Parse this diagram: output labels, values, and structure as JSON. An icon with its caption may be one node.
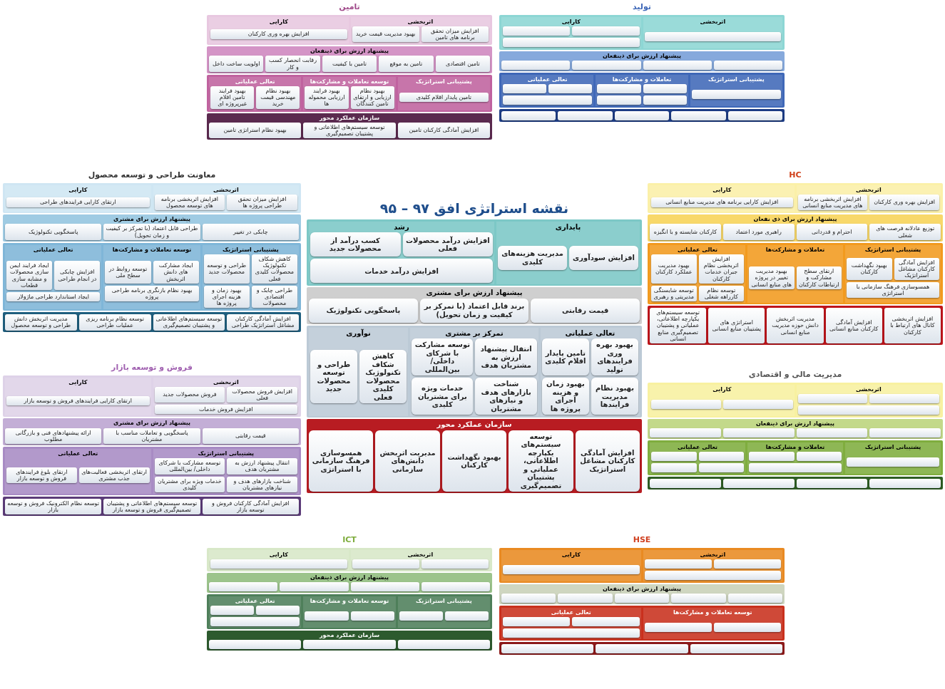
{
  "diagram": {
    "nodes": [
      {
        "text": [
          "نقشه استراتژی افق ۹۷ – ۹۵"
        ]
      },
      {
        "text": [],
        "shape": "band",
        "in": 0
      },
      {
        "text": [
          "پایداری"
        ],
        "in": 1
      },
      {
        "text": [
          "افزایش سودآوری"
        ],
        "in": 2
      },
      {
        "text": [
          "مدیریت هزینه‌های کلیدی"
        ],
        "in": 2
      },
      {
        "text": [
          "رشد"
        ],
        "in": 1
      },
      {
        "text": [
          "افزایش درآمد محصولات فعلی"
        ],
        "in": 5
      },
      {
        "text": [
          "کسب درآمد از محصولات جدید"
        ],
        "in": 5
      },
      {
        "text": [
          "افزایش درآمد خدمات"
        ],
        "in": 5
      },
      {
        "text": [
          "پیشنهاد ارزش برای مشتری"
        ],
        "in": 0
      },
      {
        "text": [
          "قیمت رقابتی"
        ],
        "in": 9
      },
      {
        "text": [
          "برند قابل اعتماد (با تمرکز بر کیفیت و زمان تحویل)"
        ],
        "in": 9
      },
      {
        "text": [
          "پاسخگویی تکنولوژیک"
        ],
        "in": 9
      },
      {
        "text": [],
        "shape": "band",
        "in": 0
      },
      {
        "text": [
          "تعالی عملیاتی"
        ],
        "in": 13
      },
      {
        "text": [
          "بهبود بهره وری فرایندهای تولید"
        ],
        "in": 14
      },
      {
        "text": [
          "تامین پایدار اقلام کلیدی"
        ],
        "in": 14
      },
      {
        "text": [
          "بهبود نظام مدیریت فرایندها"
        ],
        "in": 14
      },
      {
        "text": [
          "بهبود زمان و هزینه اجرای پروژه ها"
        ],
        "in": 14
      },
      {
        "text": [
          "تمرکز بر مشتری"
        ],
        "in": 13
      },
      {
        "text": [
          "انتقال پیشنهاد ارزش به مشتریان هدف"
        ],
        "in": 19
      },
      {
        "text": [
          "توسعه مشارکت با شرکای داخلی/ بین‌المللی"
        ],
        "in": 19
      },
      {
        "text": [
          "شناخت بازارهای هدف و نیازهای مشتریان"
        ],
        "in": 19
      },
      {
        "text": [
          "خدمات ویژه برای مشتریان کلیدی"
        ],
        "in": 19
      },
      {
        "text": [
          "نوآوری"
        ],
        "in": 13
      },
      {
        "text": [
          "کاهش شکاف تکنولوژیک محصولات کلیدی فعلی"
        ],
        "in": 24
      },
      {
        "text": [
          "طراحی و توسعه محصولات جدید"
        ],
        "in": 24
      },
      {
        "text": [
          "سازمان عملکرد محور"
        ],
        "in": 0
      },
      {
        "text": [
          "افزایش آمادگی کارکنان مشاغل استراتژیک"
        ],
        "in": 27
      },
      {
        "text": [
          "توسعه سیستم‌های یکپارچه اطلاعاتی، عملیاتی و پشتیبان تصمیم‌گیری"
        ],
        "in": 27
      },
      {
        "text": [
          "بهبود نگهداشت کارکنان"
        ],
        "in": 27
      },
      {
        "text": [
          "مدیریت اثربخش دانش‌های سازمانی"
        ],
        "in": 27
      },
      {
        "text": [
          "همسوسازی فرهنگ سازمانی با استراتژی"
        ],
        "in": 27
      },
      {
        "text": [
          "تامین"
        ]
      },
      {
        "text": [],
        "shape": "band",
        "in": 33
      },
      {
        "text": [
          "اثربخشی"
        ],
        "in": 34
      },
      {
        "text": [
          "افزایش میزان تحقق برنامه های تامین"
        ],
        "in": 35
      },
      {
        "text": [
          "بهبود مدیریت قیمت خرید"
        ],
        "in": 35
      },
      {
        "text": [
          "کارایی"
        ],
        "in": 34
      },
      {
        "text": [
          "افزایش بهره وری کارکنان"
        ],
        "in": 38
      },
      {
        "text": [
          "پیشنهاد ارزش برای ذینفعان"
        ],
        "in": 33
      },
      {
        "text": [
          "تامین اقتصادی"
        ],
        "in": 40
      },
      {
        "text": [
          "تامین به موقع"
        ],
        "in": 40
      },
      {
        "text": [
          "تامین با کیفیت"
        ],
        "in": 40
      },
      {
        "text": [
          "رقابت انحصار کسب و کار"
        ],
        "in": 40
      },
      {
        "text": [
          "اولویت ساخت داخل"
        ],
        "in": 40
      },
      {
        "text": [],
        "shape": "band",
        "in": 33
      },
      {
        "text": [
          "پشتیبانی استراتژیک"
        ],
        "in": 46
      },
      {
        "text": [
          "تامین پایدار اقلام کلیدی"
        ],
        "in": 47
      },
      {
        "text": [
          "توسعه تعاملات و مشارکت‌ها"
        ],
        "in": 46
      },
      {
        "text": [
          "بهبود نظام ارزیابی و ارتقای تامین کنندگان"
        ],
        "in": 49
      },
      {
        "text": [
          "بهبود فرایند ارزیابی محموله ها"
        ],
        "in": 49
      },
      {
        "text": [
          "تعالی عملیاتی"
        ],
        "in": 46
      },
      {
        "text": [
          "بهبود نظام مهندسی قیمت خرید"
        ],
        "in": 52
      },
      {
        "text": [
          "بهبود فرایند تامین اقلام غیرپروژه ای"
        ],
        "in": 52
      },
      {
        "text": [
          "سازمان عملکرد محور"
        ],
        "in": 33
      },
      {
        "text": [
          "افزایش آمادگی کارکنان تامین"
        ],
        "in": 55
      },
      {
        "text": [
          "توسعه سیستم‌های اطلاعاتی و پشتیبان تصمیم‌گیری"
        ],
        "in": 55
      },
      {
        "text": [
          "بهبود نظام استراتژی تامین"
        ],
        "in": 55
      },
      {
        "text": [
          "معاونت طراحی و توسعه محصول"
        ]
      },
      {
        "text": [],
        "shape": "band",
        "in": 59
      },
      {
        "text": [
          "اثربخشی"
        ],
        "in": 60
      },
      {
        "text": [
          "افزایش میزان تحقق طراحی پروژه ها"
        ],
        "in": 61
      },
      {
        "text": [
          "افزایش اثربخشی برنامه های توسعه محصول"
        ],
        "in": 61
      },
      {
        "text": [
          "کارایی"
        ],
        "in": 60
      },
      {
        "text": [
          "ارتقای کارایی فرایندهای طراحی"
        ],
        "in": 64
      },
      {
        "text": [
          "پیشنهاد ارزش برای مشتری"
        ],
        "in": 59
      },
      {
        "text": [
          "چابکی در تغییر"
        ],
        "in": 66
      },
      {
        "text": [
          "طراحی قابل اعتماد (با تمرکز بر کیفیت و زمان تحویل)"
        ],
        "in": 66
      },
      {
        "text": [
          "پاسخگویی تکنولوژیک"
        ],
        "in": 66
      },
      {
        "text": [],
        "shape": "band",
        "in": 59
      },
      {
        "text": [
          "پشتیبانی استراتژیک"
        ],
        "in": 70
      },
      {
        "text": [
          "کاهش شکاف تکنولوژیک محصولات کلیدی فعلی"
        ],
        "in": 71
      },
      {
        "text": [
          "طراحی و توسعه محصولات جدید"
        ],
        "in": 71
      },
      {
        "text": [
          "طراحی چابک و اقتصادی محصولات"
        ],
        "in": 71
      },
      {
        "text": [
          "بهبود زمان و هزینه اجرای پروژه ها"
        ],
        "in": 71
      },
      {
        "text": [
          "توسعه تعاملات و مشارکت‌ها"
        ],
        "in": 70
      },
      {
        "text": [
          "ایجاد مشارکت های دانش اثربخش"
        ],
        "in": 76
      },
      {
        "text": [
          "توسعه روابط در سطح ملی"
        ],
        "in": 76
      },
      {
        "text": [
          "بهبود نظام بازنگری برنامه طراحی پروژه"
        ],
        "in": 76
      },
      {
        "text": [
          "تعالی عملیاتی"
        ],
        "in": 70
      },
      {
        "text": [
          "افزایش چابکی در انجام طراحی"
        ],
        "in": 80
      },
      {
        "text": [
          "ایجاد فرایند ایمن سازی محصولات و مشابه سازی قطعات"
        ],
        "in": 80
      },
      {
        "text": [
          "ایجاد استاندارد طراحی ماژولار"
        ],
        "in": 80
      },
      {
        "text": [],
        "shape": "band",
        "in": 59
      },
      {
        "text": [
          "افزایش آمادگی کارکنان مشاغل استراتژیک طراحی"
        ],
        "in": 84
      },
      {
        "text": [
          "توسعه سیستم‌های اطلاعاتی و پشتیبان تصمیم‌گیری"
        ],
        "in": 84
      },
      {
        "text": [
          "توسعه نظام برنامه ریزی عملیات طراحی"
        ],
        "in": 84
      },
      {
        "text": [
          "مدیریت اثربخش دانش طراحی و توسعه محصول"
        ],
        "in": 84
      },
      {
        "text": [
          "HC"
        ]
      },
      {
        "text": [],
        "shape": "band",
        "in": 89
      },
      {
        "text": [
          "اثربخشی"
        ],
        "in": 90
      },
      {
        "text": [
          "افزایش بهره وری کارکنان"
        ],
        "in": 91
      },
      {
        "text": [
          "افزایش اثربخشی برنامه های مدیریت منابع انسانی"
        ],
        "in": 91
      },
      {
        "text": [
          "کارایی"
        ],
        "in": 90
      },
      {
        "text": [
          "افزایش کارایی برنامه های مدیریت منابع انسانی"
        ],
        "in": 94
      },
      {
        "text": [
          "پیشنهاد ارزش برای ذی نفعان"
        ],
        "in": 89
      },
      {
        "text": [
          "توزیع عادلانه فرصت های شغلی"
        ],
        "in": 96
      },
      {
        "text": [
          "احترام و قدردانی"
        ],
        "in": 96
      },
      {
        "text": [
          "راهبری مورد اعتماد"
        ],
        "in": 96
      },
      {
        "text": [
          "کارکنان شایسته و با انگیزه"
        ],
        "in": 96
      },
      {
        "text": [],
        "shape": "band",
        "in": 89
      },
      {
        "text": [
          "پشتیبانی استراتژیک"
        ],
        "in": 101
      },
      {
        "text": [
          "افزایش آمادگی کارکنان مشاغل استراتژیک"
        ],
        "in": 102
      },
      {
        "text": [
          "بهبود نگهداشت کارکنان"
        ],
        "in": 102
      },
      {
        "text": [
          "همسوسازی فرهنگ سازمانی با استراتژی"
        ],
        "in": 102
      },
      {
        "text": [
          "تعاملات و مشارکت‌ها"
        ],
        "in": 101
      },
      {
        "text": [
          "ارتقای سطح مشارکت و ارتباطات کارکنان"
        ],
        "in": 106
      },
      {
        "text": [
          "بهبود مدیریت تغییر در پروژه های منابع انسانی"
        ],
        "in": 106
      },
      {
        "text": [
          "تعالی عملیاتی"
        ],
        "in": 101
      },
      {
        "text": [
          "افزایش اثربخشی نظام جبران خدمات کارکنان"
        ],
        "in": 109
      },
      {
        "text": [
          "بهبود مدیریت عملکرد کارکنان"
        ],
        "in": 109
      },
      {
        "text": [
          "توسعه نظام کارراهه شغلی"
        ],
        "in": 109
      },
      {
        "text": [
          "توسعه شایستگی مدیریتی و رهبری"
        ],
        "in": 109
      },
      {
        "text": [],
        "shape": "band",
        "in": 89
      },
      {
        "text": [
          "افزایش اثربخشی کانال های ارتباط با کارکنان"
        ],
        "in": 114
      },
      {
        "text": [
          "افزایش آمادگی کارکنان منابع انسانی"
        ],
        "in": 114
      },
      {
        "text": [
          "مدیریت اثربخش دانش حوزه مدیریت منابع انسانی"
        ],
        "in": 114
      },
      {
        "text": [
          "استراتژی های پشتیبان منابع انسانی"
        ],
        "in": 114
      },
      {
        "text": [
          "توسعه سیستم‌های یکپارچه اطلاعاتی، عملیاتی و پشتیبان تصمیم‌گیری منابع انسانی"
        ],
        "in": 114
      },
      {
        "text": [
          "فروش و توسعه بازار"
        ]
      },
      {
        "text": [],
        "shape": "band",
        "in": 120
      },
      {
        "text": [
          "اثربخشی"
        ],
        "in": 121
      },
      {
        "text": [
          "افزایش فروش محصولات فعلی"
        ],
        "in": 122
      },
      {
        "text": [
          "فروش محصولات جدید"
        ],
        "in": 122
      },
      {
        "text": [
          "افزایش فروش خدمات"
        ],
        "in": 122
      },
      {
        "text": [
          "کارایی"
        ],
        "in": 121
      },
      {
        "text": [
          "ارتقای کارایی فرایندهای فروش و توسعه بازار"
        ],
        "in": 126
      },
      {
        "text": [
          "پیشنهاد ارزش برای مشتری"
        ],
        "in": 120
      },
      {
        "text": [
          "قیمت رقابتی"
        ],
        "in": 128
      },
      {
        "text": [
          "پاسخگویی و تعاملات مناسب با مشتریان"
        ],
        "in": 128
      },
      {
        "text": [
          "ارائه پیشنهادهای فنی و بازرگانی مطلوب"
        ],
        "in": 128
      },
      {
        "text": [],
        "shape": "band",
        "in": 120
      },
      {
        "text": [
          "پشتیبانی استراتژیک"
        ],
        "in": 132
      },
      {
        "text": [
          "انتقال پیشنهاد ارزش به مشتریان هدف"
        ],
        "in": 133
      },
      {
        "text": [
          "توسعه مشارکت با شرکای داخلی/ بین‌المللی"
        ],
        "in": 133
      },
      {
        "text": [
          "شناخت بازارهای هدف و نیازهای مشتریان"
        ],
        "in": 133
      },
      {
        "text": [
          "خدمات ویژه برای مشتریان کلیدی"
        ],
        "in": 133
      },
      {
        "text": [
          "تعالی عملیاتی"
        ],
        "in": 132
      },
      {
        "text": [
          "ارتقای اثربخشی فعالیت‌های جذب مشتری"
        ],
        "in": 138
      },
      {
        "text": [
          "ارتقای بلوغ فرایندهای فروش و توسعه بازار"
        ],
        "in": 138
      },
      {
        "text": [],
        "shape": "band",
        "in": 120
      },
      {
        "text": [
          "افزایش آمادگی کارکنان فروش و توسعه بازار"
        ],
        "in": 141
      },
      {
        "text": [
          "توسعه سیستم‌های اطلاعاتی و پشتیبان تصمیم‌گیری فروش و توسعه بازار"
        ],
        "in": 141
      },
      {
        "text": [
          "توسعه نظام الکترونیک فروش و توسعه بازار"
        ],
        "in": 141
      },
      {
        "text": [
          "تولید"
        ]
      },
      {
        "text": [],
        "shape": "band",
        "in": 145
      },
      {
        "text": [
          "اثربخشی"
        ],
        "in": 146
      },
      {
        "text": [],
        "shape": "box",
        "in": 147
      },
      {
        "text": [
          "کارایی"
        ],
        "in": 146
      },
      {
        "text": [],
        "shape": "box",
        "in": 149
      },
      {
        "text": [],
        "shape": "box",
        "in": 149
      },
      {
        "text": [],
        "shape": "box",
        "in": 149
      },
      {
        "text": [
          "پیشنهاد ارزش برای ذینفعان"
        ],
        "in": 145
      },
      {
        "text": [],
        "shape": "box",
        "in": 153
      },
      {
        "text": [],
        "shape": "box",
        "in": 153
      },
      {
        "text": [],
        "shape": "box",
        "in": 153
      },
      {
        "text": [],
        "shape": "box",
        "in": 153
      },
      {
        "text": [],
        "shape": "band",
        "in": 145
      },
      {
        "text": [
          "پشتیبانی استراتژیک"
        ],
        "in": 158
      },
      {
        "text": [],
        "shape": "box",
        "in": 159
      },
      {
        "text": [
          "تعاملات و مشارکت‌ها"
        ],
        "in": 158
      },
      {
        "text": [],
        "shape": "box",
        "in": 161
      },
      {
        "text": [],
        "shape": "box",
        "in": 161
      },
      {
        "text": [],
        "shape": "box",
        "in": 161
      },
      {
        "text": [],
        "shape": "box",
        "in": 161
      },
      {
        "text": [
          "تعالی عملیاتی"
        ],
        "in": 158
      },
      {
        "text": [],
        "shape": "box",
        "in": 166
      },
      {
        "text": [],
        "shape": "box",
        "in": 166
      },
      {
        "text": [],
        "shape": "box",
        "in": 166
      },
      {
        "text": [],
        "shape": "band",
        "in": 145
      },
      {
        "text": [],
        "shape": "box",
        "in": 170
      },
      {
        "text": [],
        "shape": "box",
        "in": 170
      },
      {
        "text": [],
        "shape": "box",
        "in": 170
      },
      {
        "text": [],
        "shape": "box",
        "in": 170
      },
      {
        "text": [],
        "shape": "box",
        "in": 170
      },
      {
        "text": [
          "مدیریت مالی و اقتصادی"
        ]
      },
      {
        "text": [],
        "shape": "band",
        "in": 176
      },
      {
        "text": [
          "اثربخشی"
        ],
        "in": 177
      },
      {
        "text": [],
        "shape": "box",
        "in": 178
      },
      {
        "text": [],
        "shape": "box",
        "in": 178
      },
      {
        "text": [],
        "shape": "box",
        "in": 178
      },
      {
        "text": [
          "کارایی"
        ],
        "in": 177
      },
      {
        "text": [],
        "shape": "box",
        "in": 182
      },
      {
        "text": [],
        "shape": "box",
        "in": 182
      },
      {
        "text": [
          "پیشنهاد ارزش برای ذینفعان"
        ],
        "in": 176
      },
      {
        "text": [],
        "shape": "box",
        "in": 185
      },
      {
        "text": [],
        "shape": "box",
        "in": 185
      },
      {
        "text": [],
        "shape": "box",
        "in": 185
      },
      {
        "text": [],
        "shape": "box",
        "in": 185
      },
      {
        "text": [],
        "shape": "band",
        "in": 176
      },
      {
        "text": [
          "پشتیبانی استراتژیک"
        ],
        "in": 190
      },
      {
        "text": [],
        "shape": "box",
        "in": 191
      },
      {
        "text": [
          "تعاملات و مشارکت‌ها"
        ],
        "in": 190
      },
      {
        "text": [],
        "shape": "box",
        "in": 193
      },
      {
        "text": [],
        "shape": "box",
        "in": 193
      },
      {
        "text": [],
        "shape": "box",
        "in": 193
      },
      {
        "text": [
          "تعالی عملیاتی"
        ],
        "in": 190
      },
      {
        "text": [],
        "shape": "box",
        "in": 197
      },
      {
        "text": [],
        "shape": "box",
        "in": 197
      },
      {
        "text": [],
        "shape": "box",
        "in": 197
      },
      {
        "text": [],
        "shape": "box",
        "in": 197
      },
      {
        "text": [],
        "shape": "band",
        "in": 176
      },
      {
        "text": [],
        "shape": "box",
        "in": 202
      },
      {
        "text": [],
        "shape": "box",
        "in": 202
      },
      {
        "text": [],
        "shape": "box",
        "in": 202
      },
      {
        "text": [],
        "shape": "box",
        "in": 202
      },
      {
        "text": [
          "ICT"
        ]
      },
      {
        "text": [],
        "shape": "band",
        "in": 207
      },
      {
        "text": [
          "اثربخشی"
        ],
        "in": 208
      },
      {
        "text": [],
        "shape": "box",
        "in": 209
      },
      {
        "text": [],
        "shape": "box",
        "in": 209
      },
      {
        "text": [
          "کارایی"
        ],
        "in": 208
      },
      {
        "text": [],
        "shape": "box",
        "in": 212
      },
      {
        "text": [
          "پیشنهاد ارزش برای ذینفعان"
        ],
        "in": 207
      },
      {
        "text": [],
        "shape": "box",
        "in": 214
      },
      {
        "text": [],
        "shape": "box",
        "in": 214
      },
      {
        "text": [],
        "shape": "box",
        "in": 214
      },
      {
        "text": [],
        "shape": "box",
        "in": 214
      },
      {
        "text": [],
        "shape": "band",
        "in": 207
      },
      {
        "text": [
          "پشتیبانی استراتژیک"
        ],
        "in": 219
      },
      {
        "text": [],
        "shape": "box",
        "in": 220
      },
      {
        "text": [],
        "shape": "box",
        "in": 220
      },
      {
        "text": [
          "توسعه تعاملات و مشارکت‌ها"
        ],
        "in": 219
      },
      {
        "text": [],
        "shape": "box",
        "in": 223
      },
      {
        "text": [],
        "shape": "box",
        "in": 223
      },
      {
        "text": [
          "تعالی عملیاتی"
        ],
        "in": 219
      },
      {
        "text": [],
        "shape": "box",
        "in": 226
      },
      {
        "text": [],
        "shape": "box",
        "in": 226
      },
      {
        "text": [],
        "shape": "box",
        "in": 226
      },
      {
        "text": [
          "سازمان عملکرد محور"
        ],
        "in": 207
      },
      {
        "text": [],
        "shape": "box",
        "in": 230
      },
      {
        "text": [],
        "shape": "box",
        "in": 230
      },
      {
        "text": [],
        "shape": "box",
        "in": 230
      },
      {
        "text": [
          "HSE"
        ]
      },
      {
        "text": [],
        "shape": "band",
        "in": 234
      },
      {
        "text": [
          "اثربخشی"
        ],
        "in": 235
      },
      {
        "text": [],
        "shape": "box",
        "in": 236
      },
      {
        "text": [],
        "shape": "box",
        "in": 236
      },
      {
        "text": [],
        "shape": "box",
        "in": 236
      },
      {
        "text": [
          "کارایی"
        ],
        "in": 235
      },
      {
        "text": [],
        "shape": "box",
        "in": 240
      },
      {
        "text": [
          "پیشنهاد ارزش برای ذینفعان"
        ],
        "in": 234
      },
      {
        "text": [],
        "shape": "box",
        "in": 242
      },
      {
        "text": [],
        "shape": "box",
        "in": 242
      },
      {
        "text": [],
        "shape": "box",
        "in": 242
      },
      {
        "text": [],
        "shape": "box",
        "in": 242
      },
      {
        "text": [],
        "shape": "box",
        "in": 242
      },
      {
        "text": [],
        "shape": "band",
        "in": 234
      },
      {
        "text": [
          "توسعه تعاملات و مشارکت‌ها"
        ],
        "in": 248
      },
      {
        "text": [],
        "shape": "box",
        "in": 249
      },
      {
        "text": [],
        "shape": "box",
        "in": 249
      },
      {
        "text": [
          "تعالی عملیاتی"
        ],
        "in": 248
      },
      {
        "text": [],
        "shape": "box",
        "in": 252
      },
      {
        "text": [],
        "shape": "box",
        "in": 252
      },
      {
        "text": [],
        "shape": "box",
        "in": 252
      },
      {
        "text": [],
        "shape": "band",
        "in": 234
      },
      {
        "text": [],
        "shape": "box",
        "in": 256
      },
      {
        "text": [],
        "shape": "box",
        "in": 256
      },
      {
        "text": [],
        "shape": "box",
        "in": 256
      }
    ]
  }
}
